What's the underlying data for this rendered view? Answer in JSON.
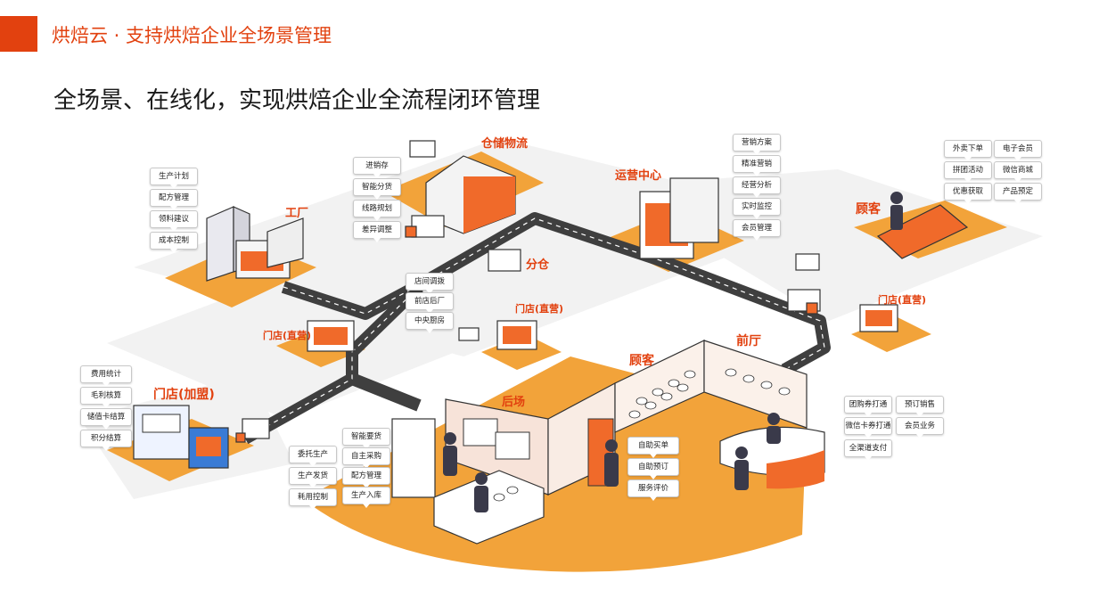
{
  "header": {
    "title": "烘焙云 · 支持烘焙企业全场景管理"
  },
  "subtitle": "全场景、在线化，实现烘焙企业全流程闭环管理",
  "colors": {
    "accent": "#e2410f",
    "orange": "#f2a33a",
    "light": "#f3f3f3",
    "road": "#3f3f3f"
  },
  "areas": {
    "factory": {
      "label": "工厂",
      "tags": [
        "生产计划",
        "配方管理",
        "领料建议",
        "成本控制"
      ]
    },
    "warehouse": {
      "label": "仓储物流",
      "tags": [
        "进销存",
        "智能分货",
        "线路规划",
        "差异调整"
      ]
    },
    "ops_center": {
      "label": "运营中心",
      "tags": [
        "营销方案",
        "精准营销",
        "经营分析",
        "实时监控",
        "会员管理"
      ]
    },
    "customer_online": {
      "label": "顾客",
      "tags": [
        "外卖下单",
        "电子会员",
        "拼团活动",
        "微信商城",
        "优惠获取",
        "产品预定"
      ]
    },
    "branch_warehouse": {
      "label": "分仓"
    },
    "store_direct_left": {
      "label": "门店(直营)"
    },
    "store_direct_center": {
      "label": "门店(直营)",
      "tags": [
        "店间调拨",
        "前店后厂",
        "中央厨房"
      ]
    },
    "store_direct_right": {
      "label": "门店(直营)"
    },
    "store_franchise": {
      "label": "门店(加盟)",
      "tags": [
        "费用统计",
        "毛利核算",
        "储值卡结算",
        "积分结算"
      ]
    },
    "back_kitchen": {
      "label": "后场",
      "tags_left": [
        "委托生产",
        "生产发货",
        "耗用控制"
      ],
      "tags_right": [
        "智能要货",
        "自主采购",
        "配方管理",
        "生产入库"
      ]
    },
    "customer_store": {
      "label": "顾客",
      "tags": [
        "自助买单",
        "自助预订",
        "服务评价"
      ]
    },
    "front_hall": {
      "label": "前厅",
      "tags": [
        "团购券打通",
        "预订销售",
        "微信卡券打通",
        "会员业务",
        "全渠道支付"
      ]
    }
  }
}
